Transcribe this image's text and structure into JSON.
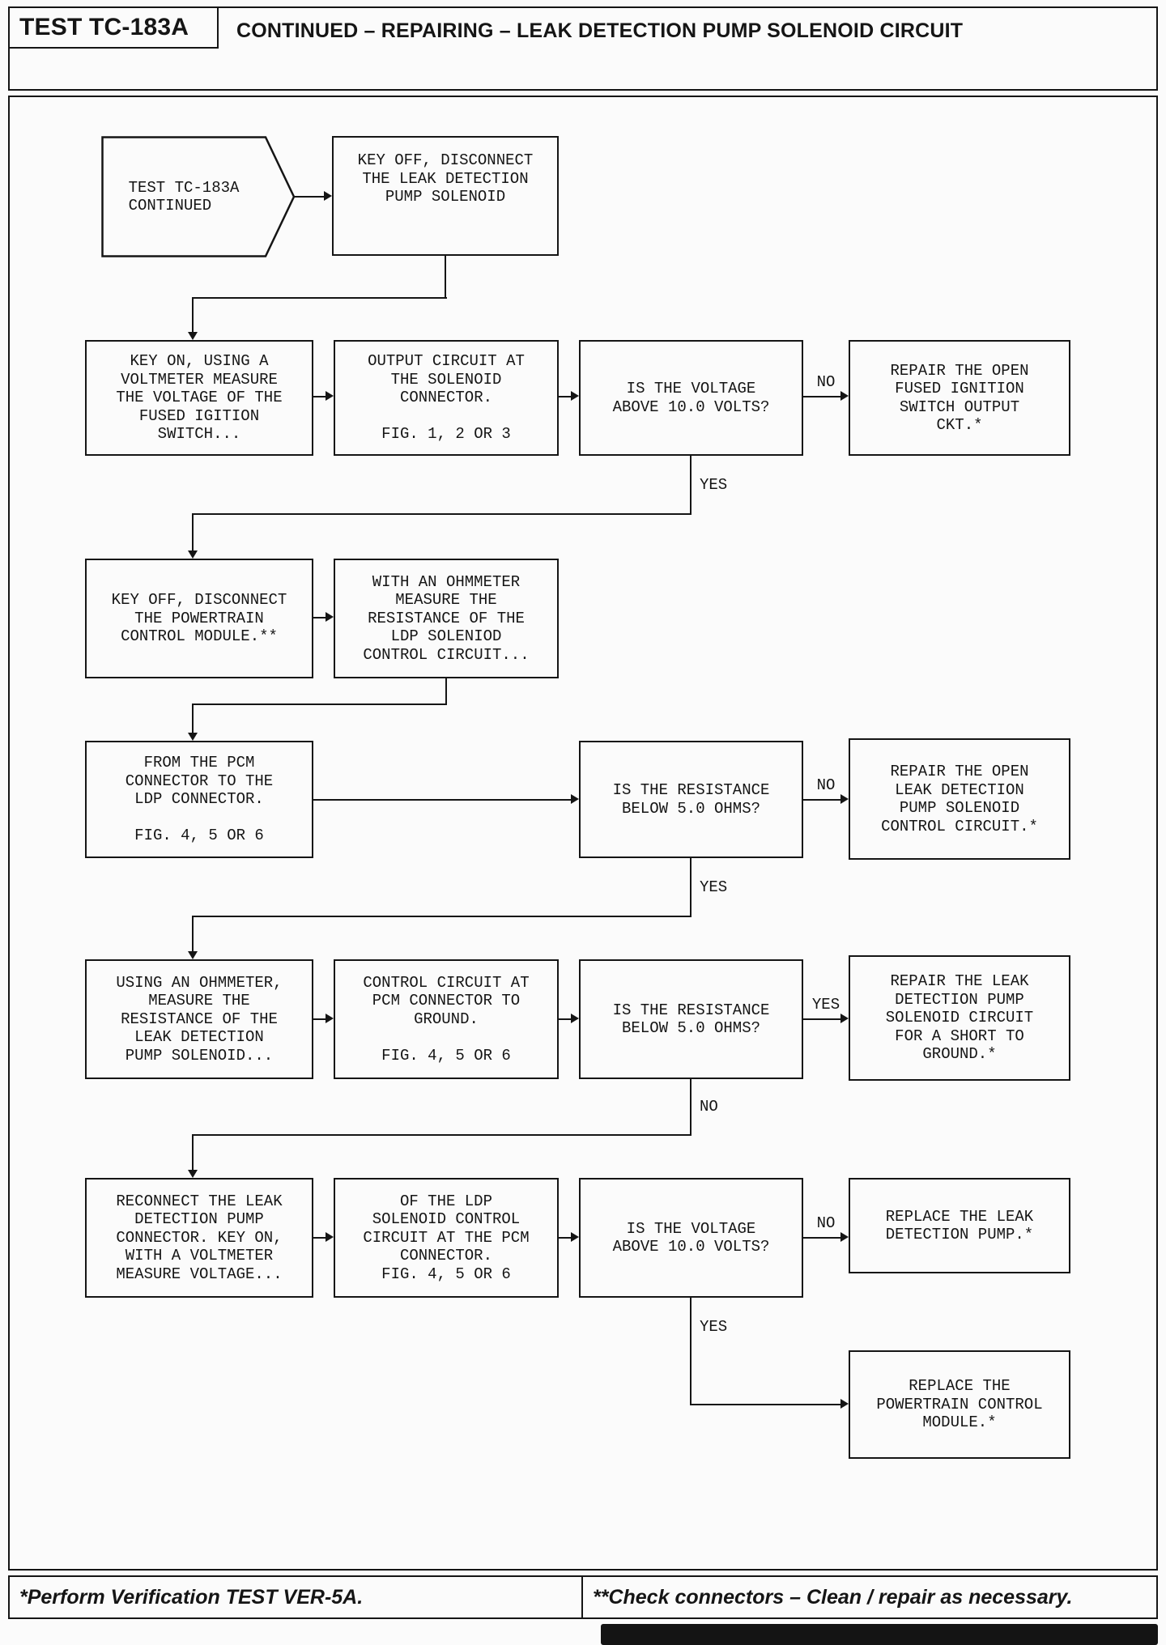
{
  "header": {
    "test_id": "TEST TC-183A",
    "title": "CONTINUED – REPAIRING – LEAK DETECTION PUMP SOLENOID CIRCUIT"
  },
  "nodes": {
    "start": "TEST TC-183A\nCONTINUED",
    "disconnect_solenoid": "KEY OFF, DISCONNECT\nTHE LEAK DETECTION\nPUMP SOLENOID",
    "measure_ignition_voltage": "KEY ON, USING A\nVOLTMETER MEASURE\nTHE VOLTAGE OF THE\nFUSED IGITION\nSWITCH...",
    "output_circuit": "OUTPUT CIRCUIT AT\nTHE SOLENOID\nCONNECTOR.\n\nFIG. 1, 2 OR 3",
    "voltage_above_10_first": "IS THE VOLTAGE\nABOVE 10.0 VOLTS?",
    "repair_ignition_ckt": "REPAIR THE OPEN\nFUSED IGNITION\nSWITCH OUTPUT\nCKT.*",
    "disconnect_pcm": "KEY OFF, DISCONNECT\nTHE POWERTRAIN\nCONTROL MODULE.**",
    "measure_ldp_resistance": "WITH AN OHMMETER\nMEASURE THE\nRESISTANCE OF THE\nLDP SOLENIOD\nCONTROL CIRCUIT...",
    "pcm_to_ldp": "FROM THE PCM\nCONNECTOR TO THE\nLDP CONNECTOR.\n\nFIG. 4, 5 OR 6",
    "resistance_below_5_first": "IS THE RESISTANCE\nBELOW 5.0 OHMS?",
    "repair_open_control": "REPAIR THE OPEN\nLEAK DETECTION\nPUMP SOLENOID\nCONTROL CIRCUIT.*",
    "measure_pump_resistance": "USING AN OHMMETER,\nMEASURE THE\nRESISTANCE OF THE\nLEAK DETECTION\nPUMP SOLENOID...",
    "control_to_ground": "CONTROL CIRCUIT AT\nPCM CONNECTOR TO\nGROUND.\n\nFIG. 4, 5 OR 6",
    "resistance_below_5_second": "IS THE RESISTANCE\nBELOW 5.0 OHMS?",
    "repair_short_ground": "REPAIR THE LEAK\nDETECTION PUMP\nSOLENOID CIRCUIT\nFOR A SHORT TO\nGROUND.*",
    "reconnect_pump": "RECONNECT THE LEAK\nDETECTION PUMP\nCONNECTOR. KEY ON,\nWITH A VOLTMETER\nMEASURE VOLTAGE...",
    "ldp_control_at_pcm": "OF THE LDP\nSOLENOID CONTROL\nCIRCUIT AT THE PCM\nCONNECTOR.\nFIG. 4, 5 OR 6",
    "voltage_above_10_second": "IS THE VOLTAGE\nABOVE 10.0 VOLTS?",
    "replace_pump": "REPLACE THE LEAK\nDETECTION PUMP.*",
    "replace_pcm": "REPLACE THE\nPOWERTRAIN CONTROL\nMODULE.*"
  },
  "labels": {
    "yes": "YES",
    "no": "NO"
  },
  "footer": {
    "left": "*Perform Verification TEST VER-5A.",
    "right": "**Check connectors – Clean / repair as necessary."
  }
}
